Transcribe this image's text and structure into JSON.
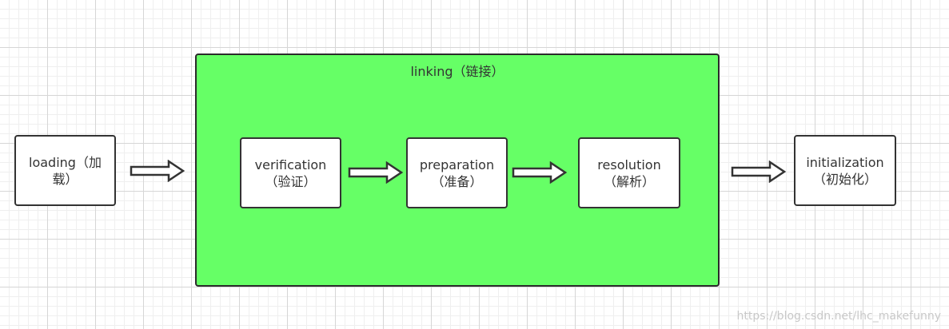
{
  "diagram": {
    "container": {
      "label": "linking（链接）",
      "fill": "#66ff66"
    },
    "nodes": {
      "loading": {
        "line1": "loading（加",
        "line2": "载）"
      },
      "verification": {
        "line1": "verification",
        "line2": "（验证）"
      },
      "preparation": {
        "line1": "preparation",
        "line2": "（准备）"
      },
      "resolution": {
        "line1": "resolution",
        "line2": "（解析）"
      },
      "initialization": {
        "line1": "initialization",
        "line2": "（初始化）"
      }
    }
  },
  "watermark": "https://blog.csdn.net/lhc_makefunny",
  "colors": {
    "box_border": "#333333",
    "arrow_stroke": "#333333",
    "box_fill": "#ffffff",
    "grid": "#d6d6d6"
  }
}
